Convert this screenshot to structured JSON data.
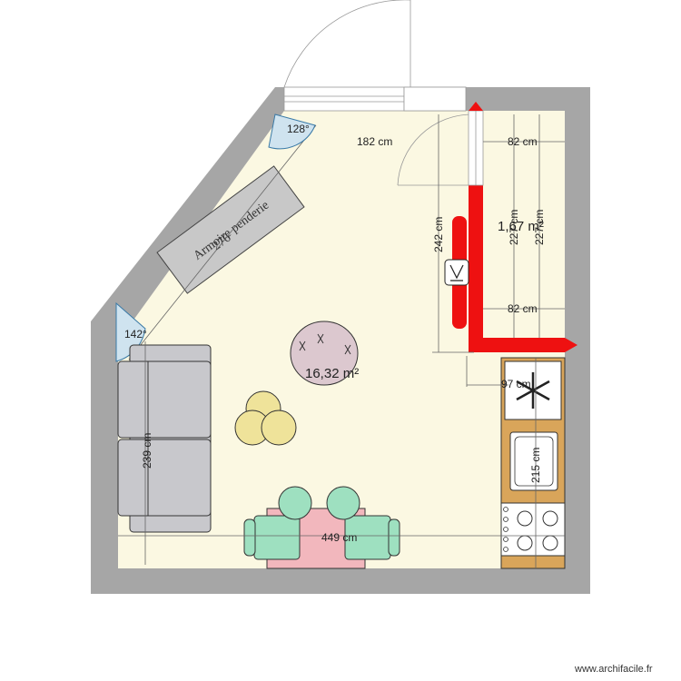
{
  "plan": {
    "rooms": [
      {
        "name": "main-room",
        "area_label": "16,32 m²"
      },
      {
        "name": "side-room",
        "area_label": "1,67 m²"
      }
    ],
    "dimensions": {
      "top_width": "182 cm",
      "side_top": "82 cm",
      "side_bottom": "82 cm",
      "side_height_a": "227 cm",
      "side_height_b": "227 cm",
      "partition_height": "242 cm",
      "left_wall": "239 cm",
      "bottom_width": "449 cm",
      "kitchen_offset": "97 cm",
      "kitchen_length": "215 cm"
    },
    "angles": {
      "top_door": "128°",
      "left_door": "142°"
    },
    "furniture": {
      "wardrobe_label": "Armoire penderie",
      "wardrobe_dim": "276"
    },
    "colors": {
      "wall": "#a6a6a6",
      "floor": "#fbf8e2",
      "partition": "#ee1111",
      "sofa": "#c8c8cc",
      "table": "#f2b7bd",
      "chair": "#9ee0c0",
      "pouf": "#dcc8cf",
      "stool": "#efe39a",
      "counter": "#d9a55a"
    },
    "watermark": "www.archifacile.fr"
  }
}
